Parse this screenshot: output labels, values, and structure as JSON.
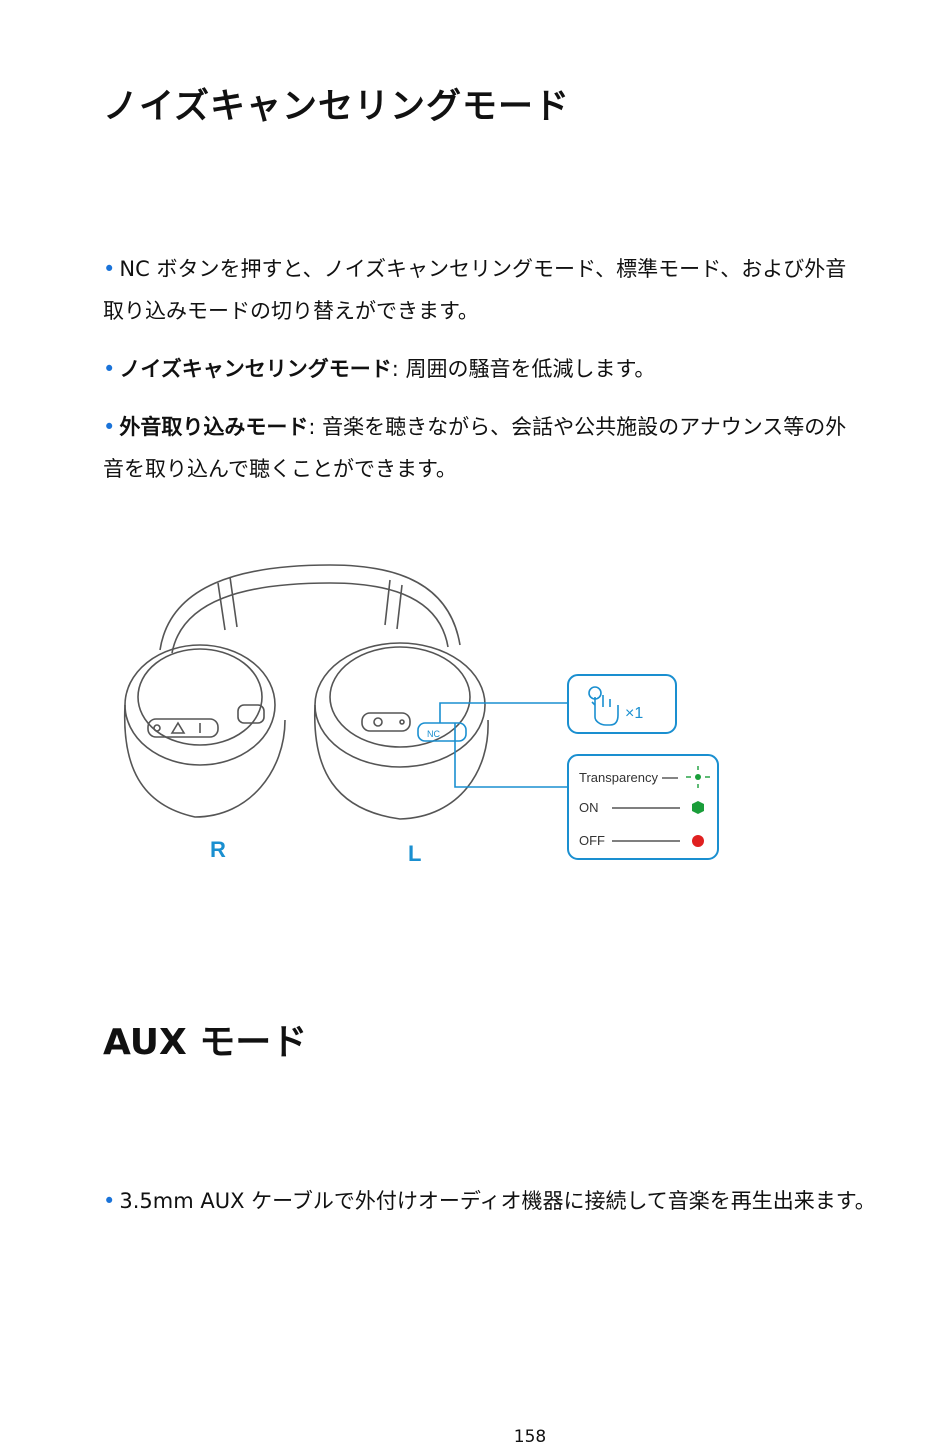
{
  "heading_nc": "ノイズキャンセリングモード",
  "bullet_symbol": "•",
  "p1_line1": "NC ボタンを押すと、ノイズキャンセリングモード、標準モード、および外音",
  "p1_line2": "取り込みモードの切り替えができます。",
  "p2_term": "ノイズキャンセリングモード",
  "p2_text": ": 周囲の騒音を低減します。",
  "p3_term": "外音取り込みモード",
  "p3_line1": ":  音楽を聴きながら、会話や公共施設のアナウンス等の外",
  "p3_line2": "音を取り込んで聴くことができます。",
  "figure": {
    "press_count": "×1",
    "nc_button": "NC",
    "side_right": "R",
    "side_left": "L",
    "legend": [
      {
        "label": "Transparency",
        "color": "#1a9e3a"
      },
      {
        "label": "ON",
        "color": "#1a9e3a"
      },
      {
        "label": "OFF",
        "color": "#e02020"
      }
    ],
    "accent_color": "#1a8fd0"
  },
  "heading_aux": "AUX モード",
  "p4": "3.5mm AUX ケーブルで外付けオーディオ機器に接続して音楽を再生出来ます。",
  "page_number": "158"
}
